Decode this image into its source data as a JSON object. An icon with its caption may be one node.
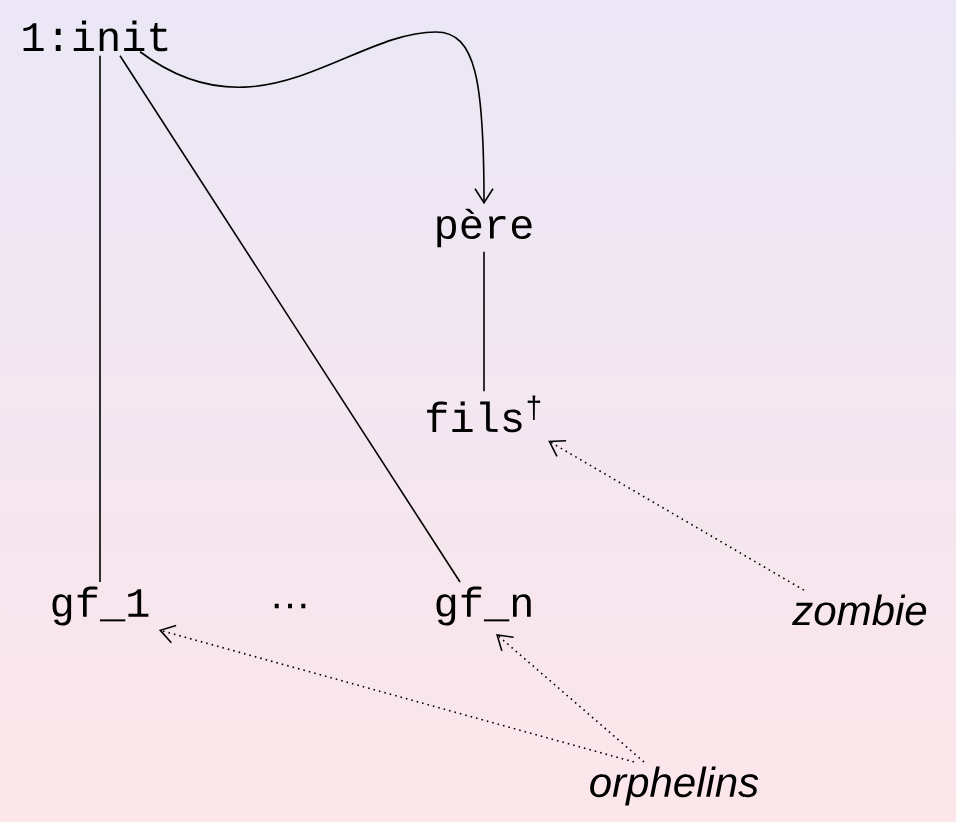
{
  "diagram": {
    "nodes": [
      {
        "text": [
          "1:init"
        ]
      },
      {
        "text": [
          "père"
        ]
      },
      {
        "text": [
          "fils$^{†}$"
        ]
      },
      {
        "text": [
          "gf_1"
        ]
      },
      {
        "text": [
          "gf_n"
        ]
      },
      {
        "text": [
          "zombie"
        ]
      },
      {
        "text": [
          "orphelins"
        ]
      }
    ],
    "edges": [
      {
        "from": 0,
        "to": 1,
        "arrow": "to"
      },
      {
        "from": 1,
        "to": 2,
        "arrow": "none"
      },
      {
        "from": 0,
        "to": 3,
        "arrow": "none"
      },
      {
        "from": 0,
        "to": 4,
        "arrow": "none"
      },
      {
        "from": 5,
        "to": 2,
        "arrow": "to",
        "style": "dashed"
      },
      {
        "from": 6,
        "to": 3,
        "arrow": "to",
        "style": "dashed"
      },
      {
        "from": 6,
        "to": 4,
        "arrow": "to",
        "style": "dashed"
      }
    ],
    "labels": [
      "…"
    ]
  }
}
